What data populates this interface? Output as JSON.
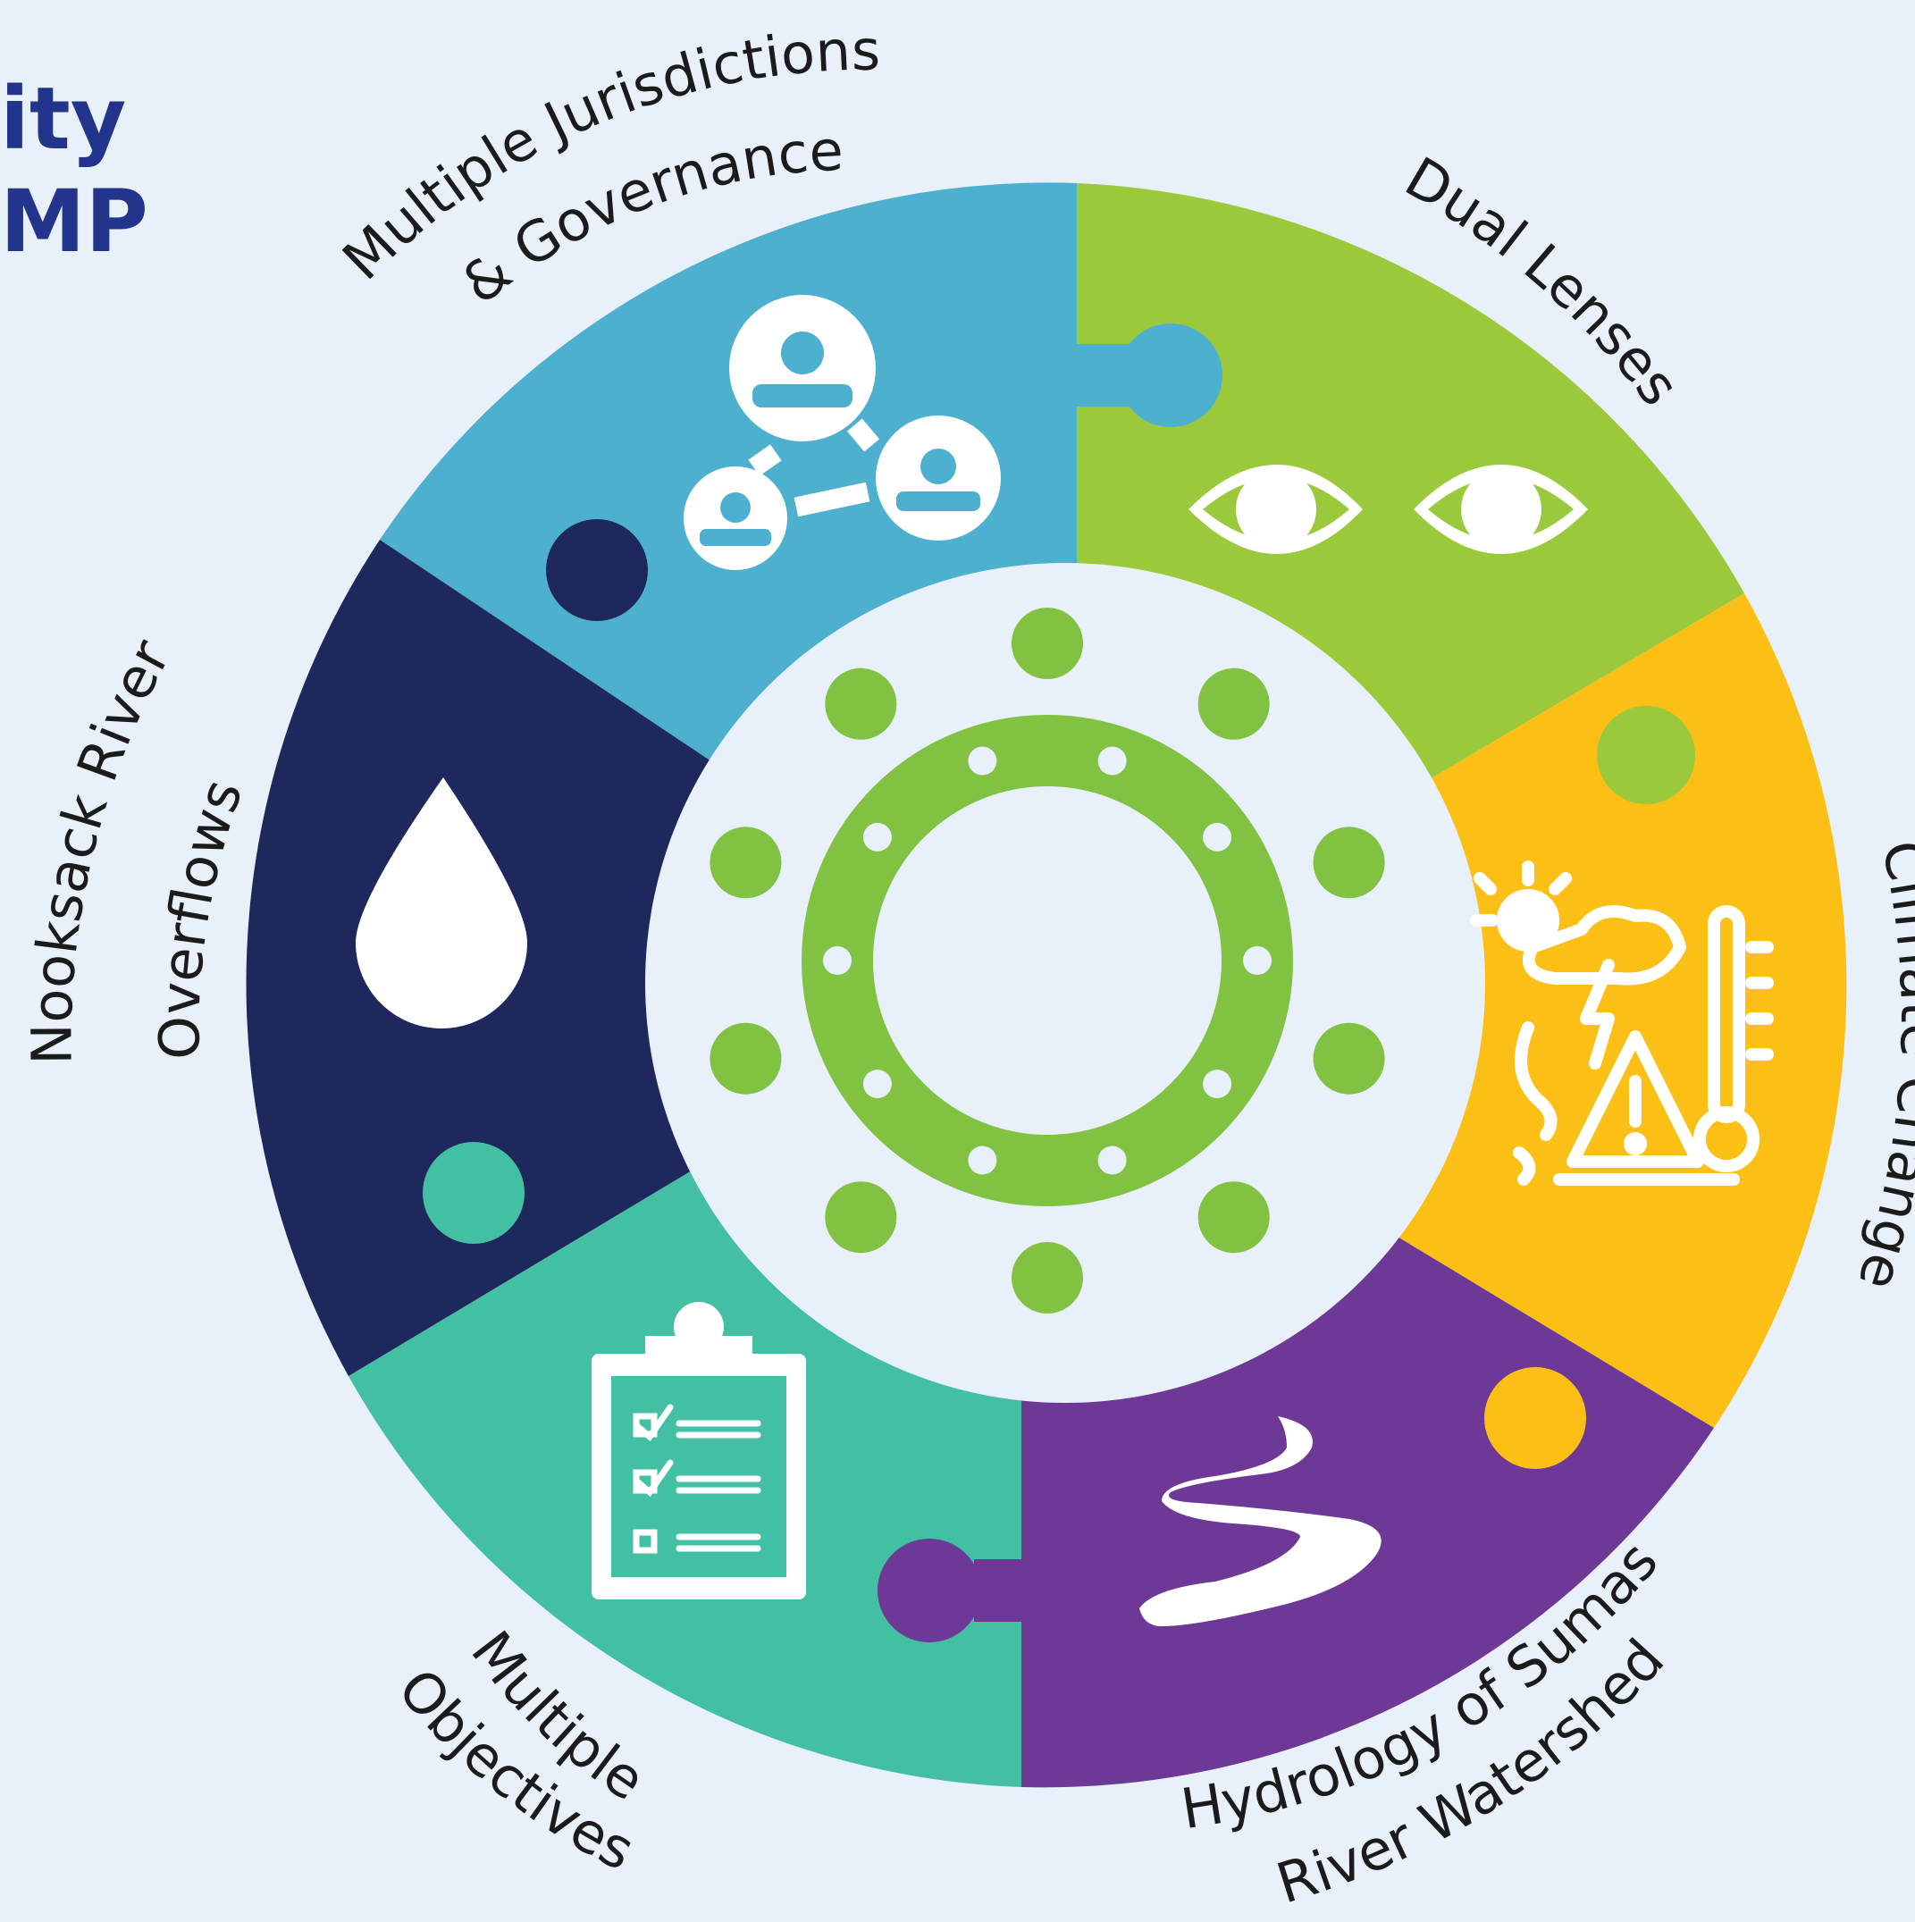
{
  "title": {
    "line1_fragment": "ity",
    "line2_fragment": "MP"
  },
  "segments": [
    {
      "id": "jurisdictions",
      "label_line1": "Multiple Jurisdictions",
      "label_line2": "& Governance",
      "color": "#4db0cf",
      "icon": "people-network-icon"
    },
    {
      "id": "dual-lenses",
      "label_line1": "Dual Lenses",
      "label_line2": "",
      "color": "#9aca3c",
      "icon": "eyes-icon"
    },
    {
      "id": "climate",
      "label_line1": "Climate Change",
      "label_line2": "",
      "color": "#fcbf16",
      "icon": "climate-hazard-icon"
    },
    {
      "id": "hydrology",
      "label_line1": "Hydrology of Sumas",
      "label_line2": "River Watershed",
      "color": "#6e3996",
      "icon": "river-icon"
    },
    {
      "id": "objectives",
      "label_line1": "Multiple",
      "label_line2": "Objectives",
      "color": "#43bfa3",
      "icon": "clipboard-checklist-icon"
    },
    {
      "id": "nooksack",
      "label_line1": "Nooksack River",
      "label_line2": "Overflows",
      "color": "#1e285c",
      "icon": "water-drop-icon"
    }
  ],
  "center": {
    "icon": "community-circle-icon",
    "color": "#82c242",
    "fill": "#e8f0f9"
  }
}
